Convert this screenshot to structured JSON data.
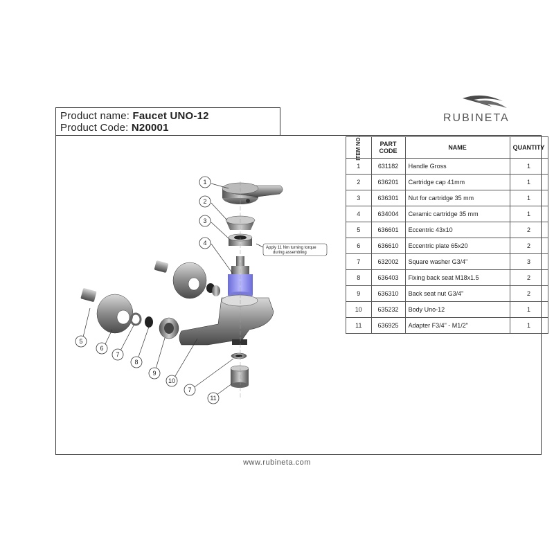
{
  "header": {
    "product_name_label": "Product name:",
    "product_name": "Faucet UNO-12",
    "product_code_label": "Product Code:",
    "product_code": "N20001"
  },
  "brand": {
    "name": "RUBINETA",
    "logo_icon": "rubineta-wave-logo"
  },
  "table": {
    "headers": {
      "item": "ITEM NO.",
      "part": "PART CODE",
      "name": "NAME",
      "qty": "QUANTITY"
    },
    "rows": [
      {
        "item": "1",
        "code": "631182",
        "name": "Handle Gross",
        "qty": "1"
      },
      {
        "item": "2",
        "code": "636201",
        "name": "Cartridge cap 41mm",
        "qty": "1"
      },
      {
        "item": "3",
        "code": "636301",
        "name": "Nut for cartridge 35 mm",
        "qty": "1"
      },
      {
        "item": "4",
        "code": "634004",
        "name": "Ceramic cartridge 35 mm",
        "qty": "1"
      },
      {
        "item": "5",
        "code": "636601",
        "name": "Eccentric 43x10",
        "qty": "2"
      },
      {
        "item": "6",
        "code": "636610",
        "name": "Eccentric plate 65x20",
        "qty": "2"
      },
      {
        "item": "7",
        "code": "632002",
        "name": "Square washer G3/4\"",
        "qty": "3"
      },
      {
        "item": "8",
        "code": "636403",
        "name": "Fixing back seat M18x1.5",
        "qty": "2"
      },
      {
        "item": "9",
        "code": "636310",
        "name": "Back seat nut G3/4\"",
        "qty": "2"
      },
      {
        "item": "10",
        "code": "635232",
        "name": "Body  Uno-12",
        "qty": "1"
      },
      {
        "item": "11",
        "code": "636925",
        "name": "Adapter F3/4\" - M1/2\"",
        "qty": "1"
      }
    ]
  },
  "diagram": {
    "note_line1": "Apply 11 Nm turning torque",
    "note_line2": "during assembling",
    "callouts": [
      "1",
      "2",
      "3",
      "4",
      "5",
      "6",
      "7",
      "8",
      "9",
      "10",
      "7",
      "11"
    ]
  },
  "footer": {
    "url": "www.rubineta.com"
  }
}
